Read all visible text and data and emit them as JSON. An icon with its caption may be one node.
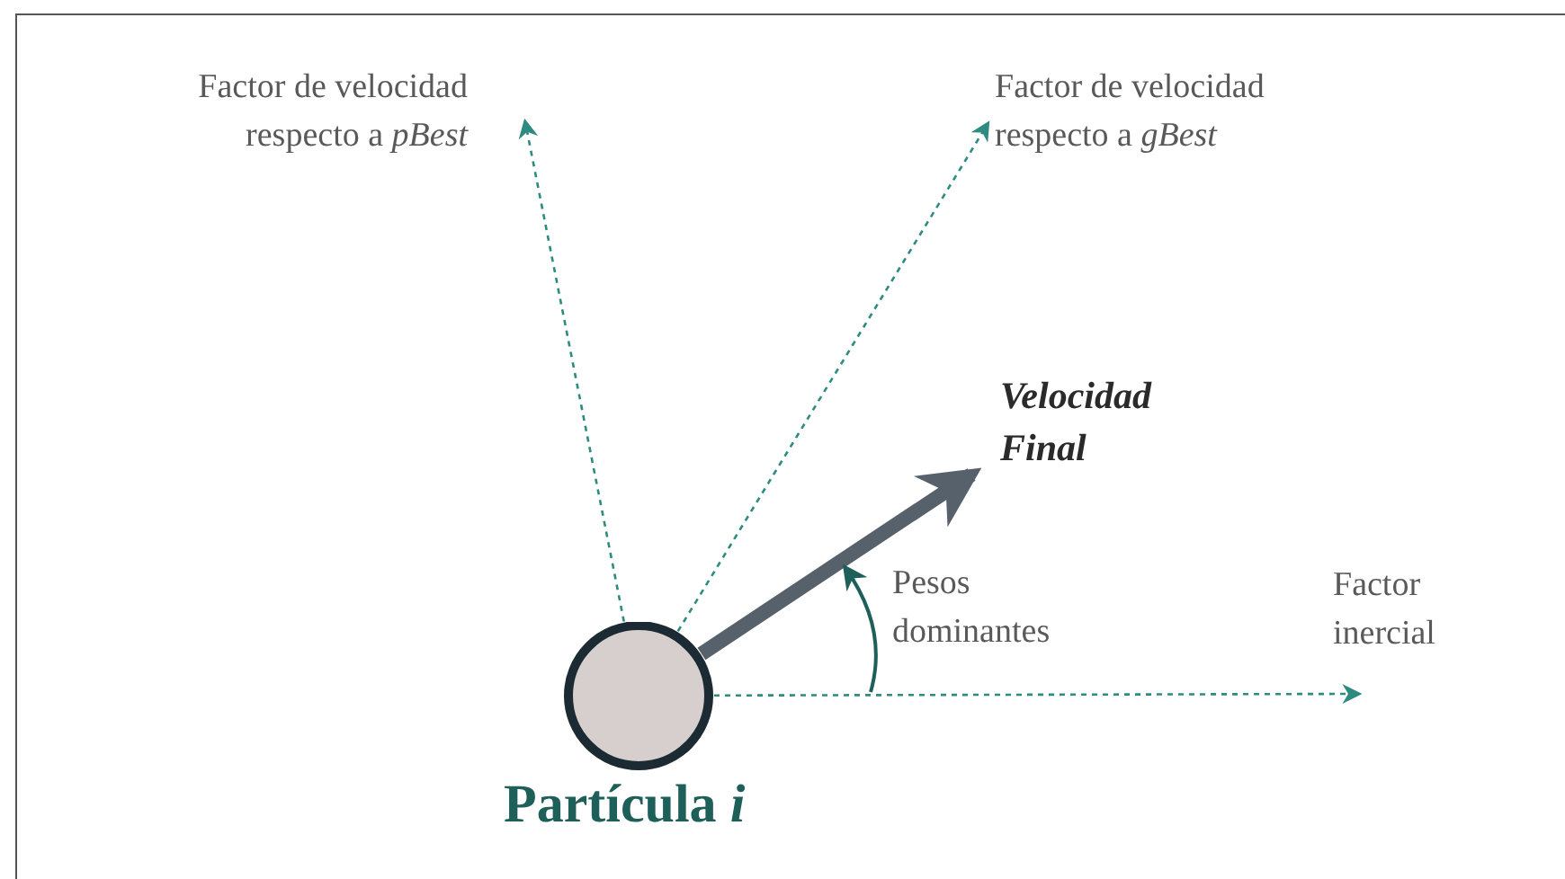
{
  "diagram": {
    "nodes": [
      {
        "text": [
          "Partícula *i*"
        ]
      },
      {
        "text": [
          "Factor de velocidad respecto a *pBest*"
        ]
      },
      {
        "text": [
          "Factor de velocidad respecto a *gBest*"
        ]
      },
      {
        "text": [
          "Velocidad Final"
        ]
      },
      {
        "text": [
          "Factor inercial"
        ]
      }
    ],
    "edges": [
      {
        "from": 0,
        "to": 1,
        "arrow": "to",
        "style": "dashed"
      },
      {
        "from": 0,
        "to": 2,
        "arrow": "to",
        "style": "dashed"
      },
      {
        "from": 0,
        "to": 3,
        "arrow": "to",
        "style": "thick",
        "color": "#56616c"
      },
      {
        "from": 0,
        "to": 4,
        "arrow": "to",
        "style": "dashed"
      }
    ],
    "labels": [
      "Pesos dominantes"
    ]
  }
}
